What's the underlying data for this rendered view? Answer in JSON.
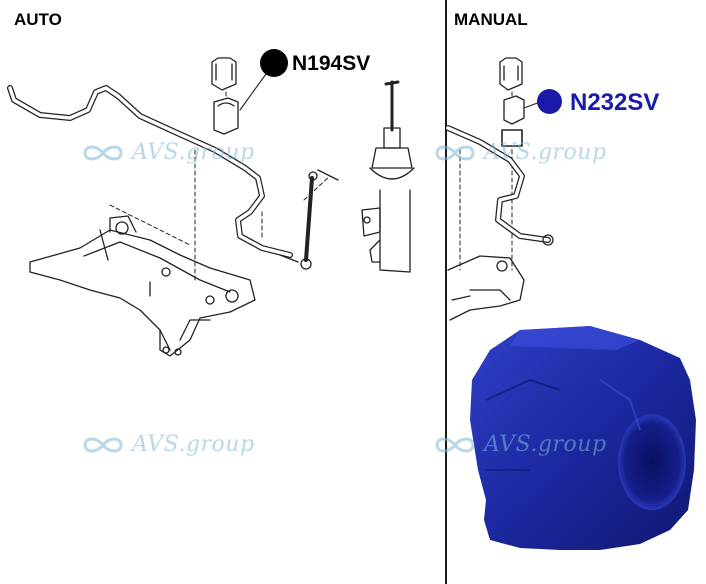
{
  "panels": {
    "auto_label": "AUTO",
    "manual_label": "MANUAL"
  },
  "parts": {
    "auto_part": "N194SV",
    "manual_part": "N232SV"
  },
  "watermark": {
    "text": "AVS.group",
    "icon": "infinity-icon"
  },
  "colors": {
    "auto_dot": "#000000",
    "manual_dot": "#1a1aa8",
    "manual_text": "#1a1aa8",
    "bushing": "#1f2fb0",
    "watermark": "#7fb8d8"
  }
}
